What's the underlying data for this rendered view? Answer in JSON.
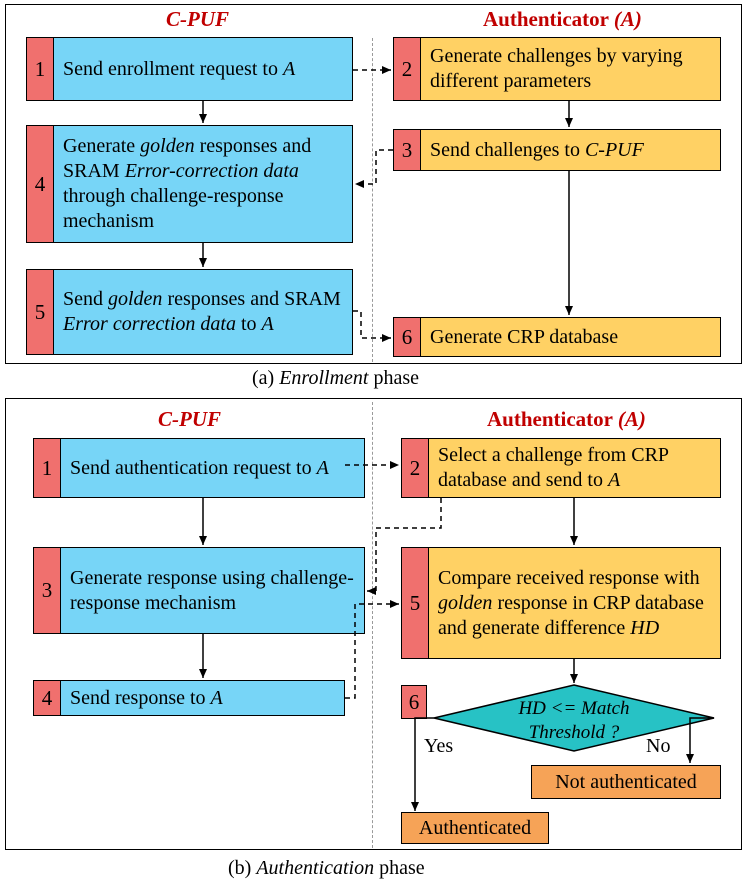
{
  "enrollment": {
    "left_title": "C-PUF",
    "right_title": "Authenticator (A)",
    "steps": [
      {
        "num": "1",
        "pre": "Send enrollment request to ",
        "em": "A",
        "post": ""
      },
      {
        "num": "2",
        "pre": "Generate challenges by varying different parameters",
        "em": "",
        "post": ""
      },
      {
        "num": "3",
        "pre": "Send challenges to ",
        "em": "C-PUF",
        "post": ""
      },
      {
        "num": "4",
        "parts": [
          "Generate ",
          "golden",
          " responses and SRAM ",
          "Error-correction data",
          " through challenge-response mechanism"
        ]
      },
      {
        "num": "5",
        "parts": [
          "Send ",
          "golden",
          " responses and SRAM ",
          "Error correction data",
          " to ",
          "A"
        ]
      },
      {
        "num": "6",
        "pre": "Generate CRP database",
        "em": "",
        "post": ""
      }
    ],
    "caption_pre": "(a) ",
    "caption_em": "Enrollment",
    "caption_post": " phase"
  },
  "authentication": {
    "left_title": "C-PUF",
    "right_title": "Authenticator (A)",
    "steps": [
      {
        "num": "1",
        "parts": [
          "Send authentication request to ",
          "A"
        ]
      },
      {
        "num": "2",
        "parts": [
          "Select a challenge from CRP database and send to ",
          "A"
        ]
      },
      {
        "num": "3",
        "parts": [
          "Generate response using challenge-response mechanism"
        ]
      },
      {
        "num": "4",
        "parts": [
          "Send response to ",
          "A"
        ]
      },
      {
        "num": "5",
        "parts": [
          "Compare received response with ",
          "golden",
          " response in CRP database and generate difference ",
          "HD"
        ]
      }
    ],
    "step6_num": "6",
    "decision_line1": "HD <= Match",
    "decision_line2": "Threshold ?",
    "yes_label": "Yes",
    "no_label": "No",
    "not_authenticated": "Not authenticated",
    "authenticated": "Authenticated",
    "caption_pre": "(b) ",
    "caption_em": "Authentication",
    "caption_post": " phase"
  },
  "colors": {
    "c_puf_box": "#77d5f7",
    "authenticator_box": "#ffd164",
    "step_number": "#f0706e",
    "decision": "#27c2c5",
    "result": "#f6a357",
    "title": "#c00000"
  }
}
